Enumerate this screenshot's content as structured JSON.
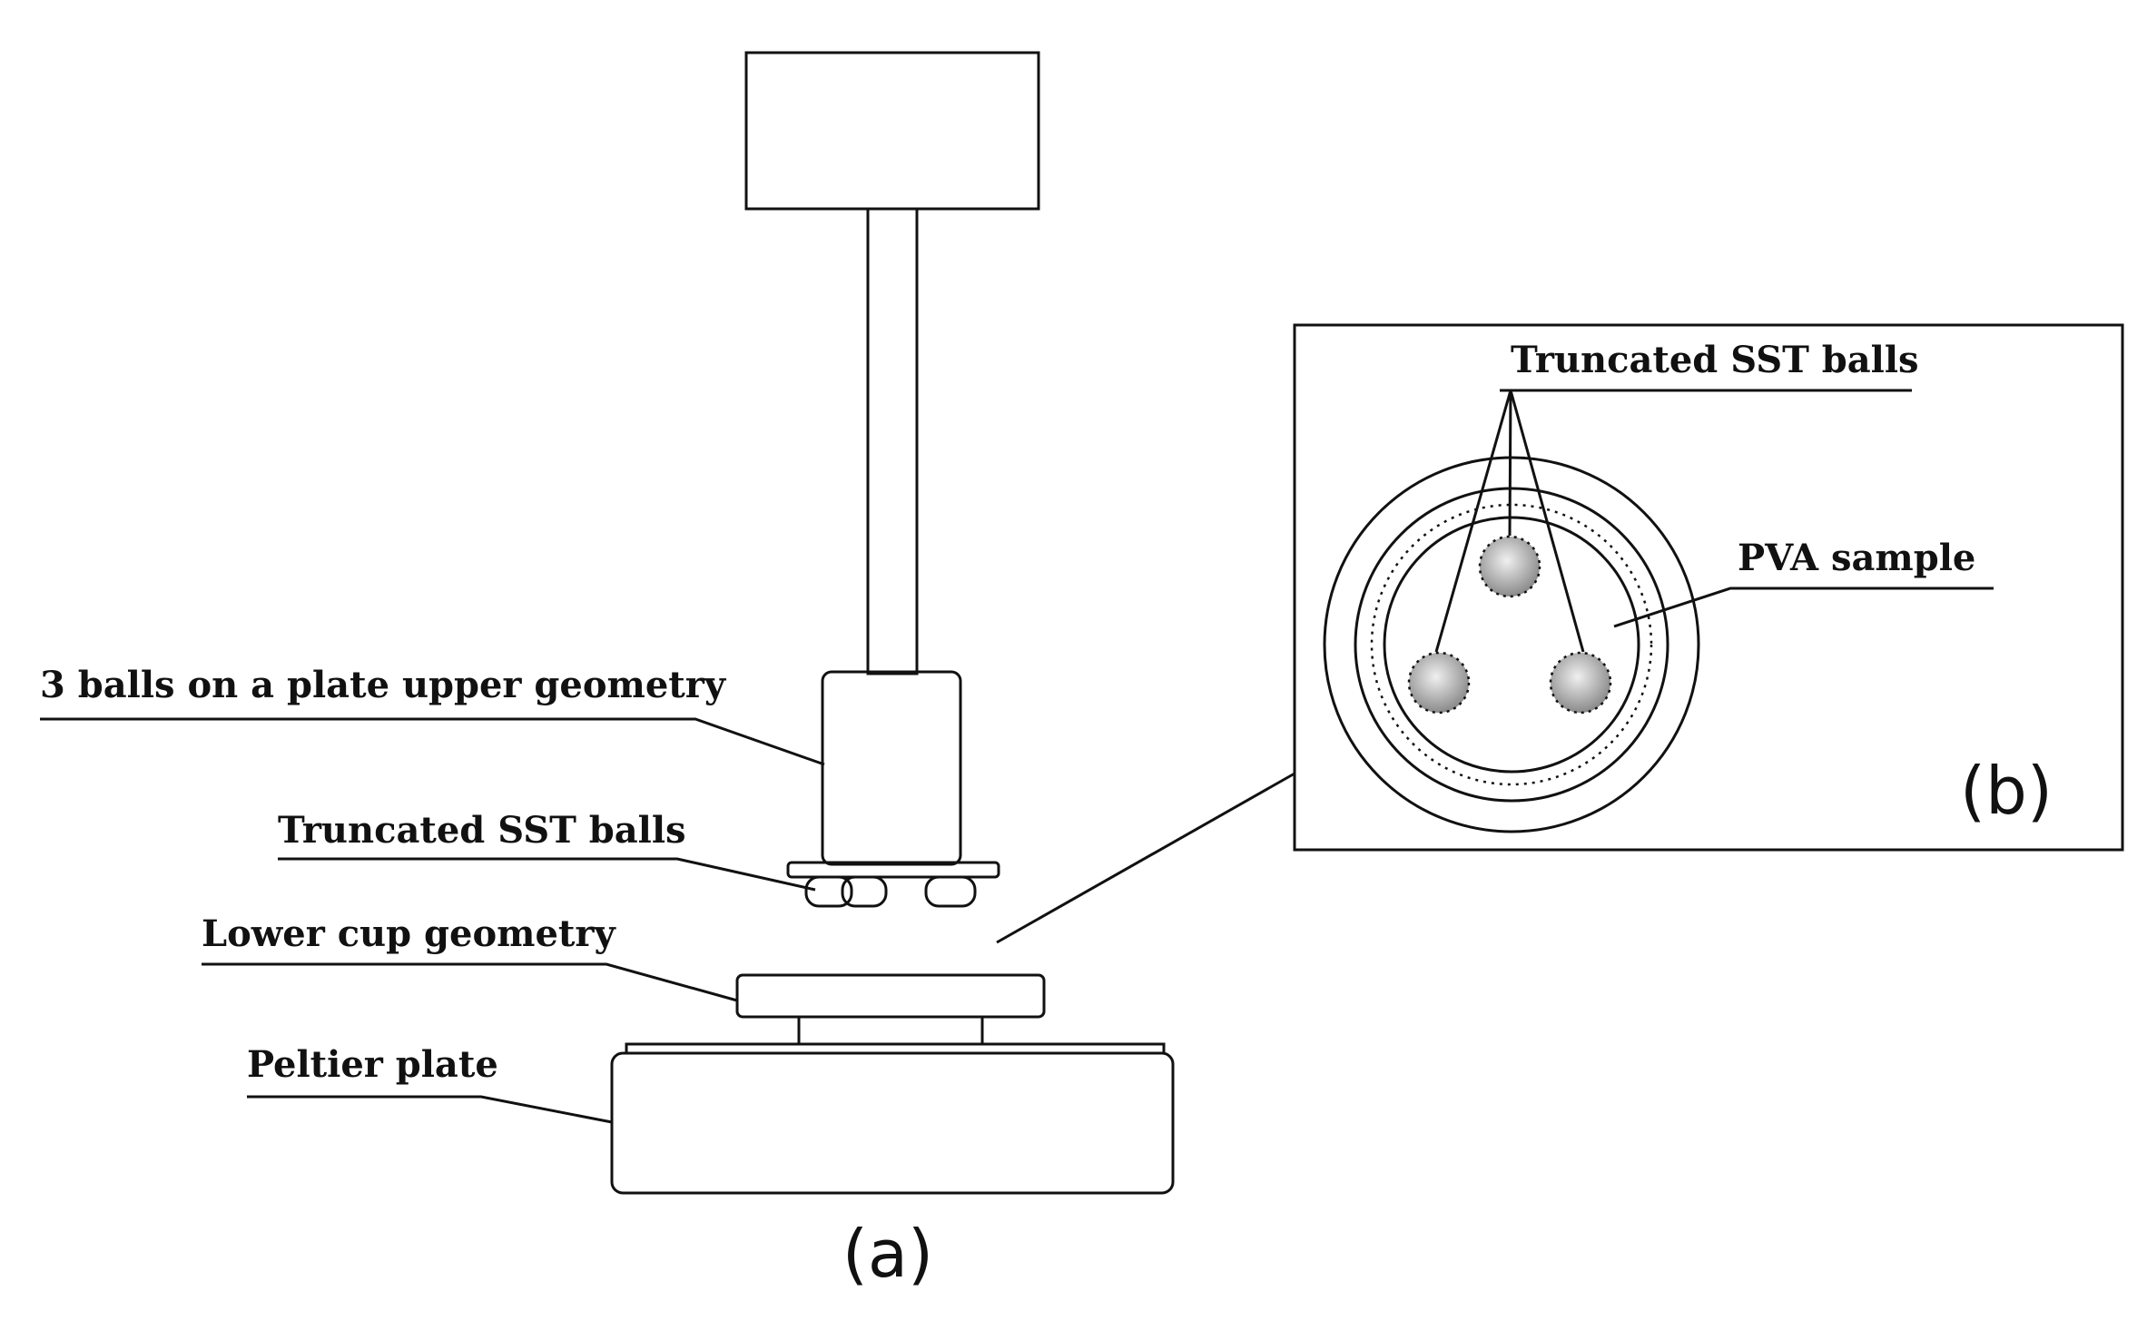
{
  "panel_a": {
    "caption": "(a)",
    "labels": {
      "upper_geometry": "3 balls on a plate upper geometry",
      "balls": "Truncated SST balls",
      "lower_cup": "Lower cup geometry",
      "peltier": "Peltier plate"
    }
  },
  "panel_b": {
    "caption": "(b)",
    "labels": {
      "balls": "Truncated SST balls",
      "sample": "PVA sample"
    }
  },
  "colors": {
    "motor": "#7a7a7a",
    "outline": "#111111",
    "outer_ring": "#8c8c8c",
    "inner_ring": "#d6d6d6"
  }
}
